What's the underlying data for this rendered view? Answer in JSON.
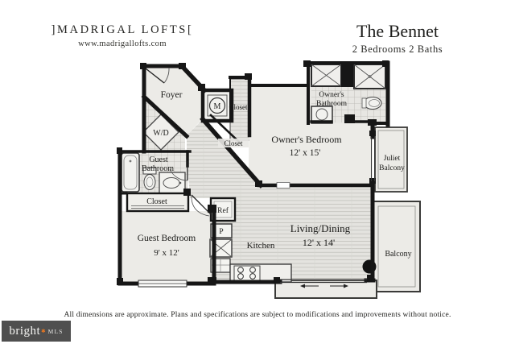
{
  "header": {
    "logo": "]MADRIGAL LOFTS[",
    "website": "www.madrigallofts.com",
    "plan_name": "The Bennet",
    "plan_specs": "2 Bedrooms 2 Baths"
  },
  "rooms": {
    "foyer": "Foyer",
    "washer_dryer": "W/D",
    "mechanical": "M",
    "closet_upper": "Closet",
    "closet_hall": "Closet",
    "guest_bath_line1": "Guest",
    "guest_bath_line2": "Bathroom",
    "closet_guest": "Closet",
    "guest_bedroom": "Guest Bedroom",
    "guest_bedroom_dims": "9' x 12'",
    "refrigerator": "Ref",
    "pantry": "P",
    "kitchen": "Kitchen",
    "living_dining": "Living/Dining",
    "living_dining_dims": "12' x 14'",
    "owners_bedroom": "Owner's Bedroom",
    "owners_bedroom_dims": "12' x 15'",
    "owners_bath_line1": "Owner's",
    "owners_bath_line2": "Bathroom",
    "juliet_balcony_line1": "Juliet",
    "juliet_balcony_line2": "Balcony",
    "balcony": "Balcony"
  },
  "footer": {
    "disclaimer": "All dimensions are approximate. Plans and specifications are subject to modifications and improvements without notice.",
    "mls_brand": "bright",
    "mls_star": "✱",
    "mls_suffix": "MLS"
  },
  "colors": {
    "wall_black": "#1a1a1a",
    "floor_light": "#ecebe7",
    "mls_badge_bg": "#4f4f4f",
    "mls_star_orange": "#e87722"
  }
}
